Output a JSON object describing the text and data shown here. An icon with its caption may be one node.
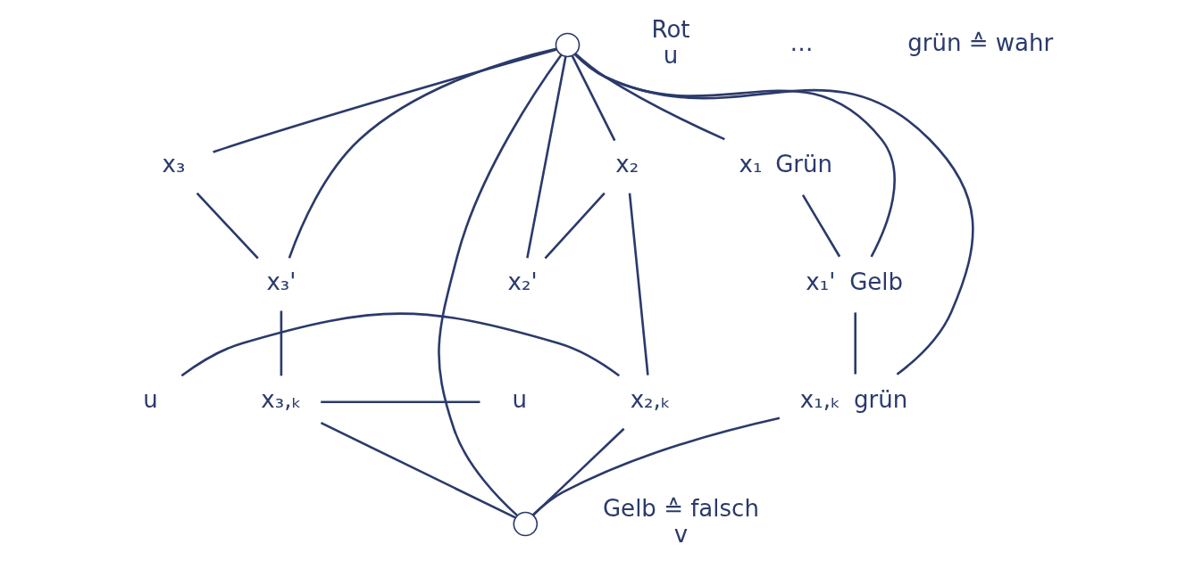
{
  "diagram": {
    "nodes": [
      {
        "text": [],
        "shape": "circle",
        "beside": [
          "Rot",
          "u"
        ]
      },
      {
        "text": [
          "x₁"
        ],
        "beside": [
          "Grün"
        ]
      },
      {
        "text": [
          "x₂"
        ]
      },
      {
        "text": [
          "x₃"
        ]
      },
      {
        "text": [
          "x₁'"
        ],
        "beside": [
          "Gelb"
        ]
      },
      {
        "text": [
          "x₂'"
        ]
      },
      {
        "text": [
          "x₃'"
        ]
      },
      {
        "text": [
          "u"
        ]
      },
      {
        "text": [
          "x₁,ₖ"
        ],
        "beside": [
          "grün"
        ]
      },
      {
        "text": [
          "u"
        ]
      },
      {
        "text": [
          "x₂,ₖ"
        ]
      },
      {
        "text": [
          "x₃,ₖ"
        ]
      },
      {
        "text": [],
        "shape": "circle",
        "beside": [
          "Gelb ≙ falsch",
          "v"
        ]
      }
    ],
    "edges": [
      {
        "from": 0,
        "to": 1,
        "arrow": "none"
      },
      {
        "from": 0,
        "to": 4,
        "arrow": "none"
      },
      {
        "from": 0,
        "to": 2,
        "arrow": "none"
      },
      {
        "from": 0,
        "to": 3,
        "arrow": "none"
      },
      {
        "from": 0,
        "to": 5,
        "arrow": "none"
      },
      {
        "from": 0,
        "to": 6,
        "arrow": "none"
      },
      {
        "from": 0,
        "to": 8,
        "arrow": "none"
      },
      {
        "from": 0,
        "to": 12,
        "arrow": "none"
      },
      {
        "from": 1,
        "to": 4,
        "arrow": "none"
      },
      {
        "from": 2,
        "to": 5,
        "arrow": "none"
      },
      {
        "from": 3,
        "to": 6,
        "arrow": "none"
      },
      {
        "from": 4,
        "to": 8,
        "arrow": "none"
      },
      {
        "from": 2,
        "to": 10,
        "arrow": "none"
      },
      {
        "from": 6,
        "to": 11,
        "arrow": "none"
      },
      {
        "from": 7,
        "to": 10,
        "arrow": "none"
      },
      {
        "from": 9,
        "to": 11,
        "arrow": "none"
      },
      {
        "from": 8,
        "to": 12,
        "arrow": "none"
      },
      {
        "from": 10,
        "to": 12,
        "arrow": "none"
      },
      {
        "from": 11,
        "to": 12,
        "arrow": "none"
      }
    ],
    "labels": [
      "…",
      "grün ≙ wahr"
    ]
  }
}
